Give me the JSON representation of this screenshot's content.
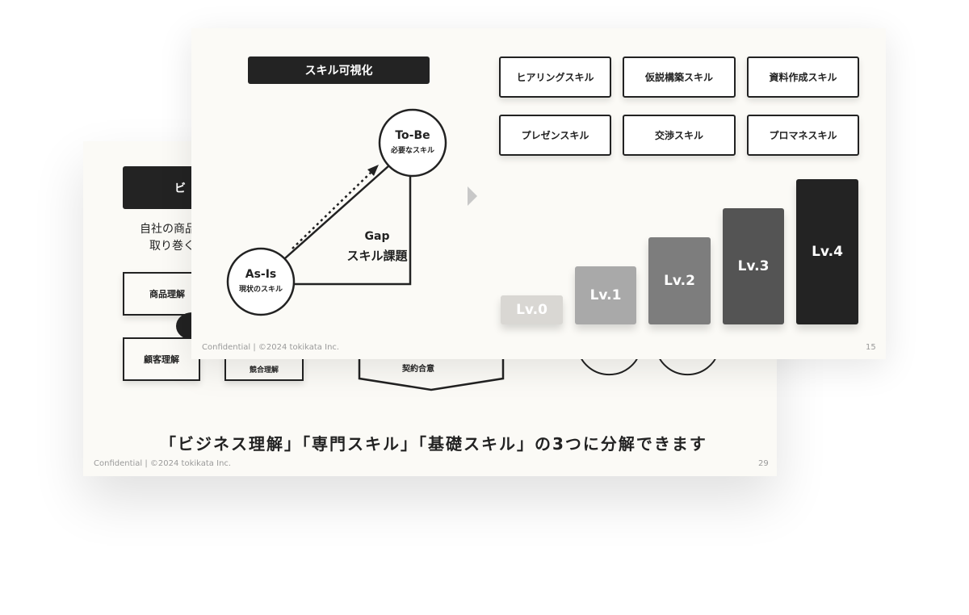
{
  "back_slide": {
    "title_fragment": "ビ",
    "desc_line1": "自社の商品",
    "desc_line2": "取り巻く",
    "boxes": [
      "商品理解",
      "顧客理解",
      "競合理解",
      "契約合意"
    ],
    "headline": "「ビジネス理解」「専門スキル」「基礎スキル」の3つに分解できます",
    "footer": "Confidential | ©2024 tokikata Inc.",
    "page": "29"
  },
  "front_slide": {
    "title": "スキル可視化",
    "to_be": {
      "label": "To-Be",
      "sub": "必要なスキル"
    },
    "as_is": {
      "label": "As-Is",
      "sub": "現状のスキル"
    },
    "gap": {
      "label": "Gap",
      "sub": "スキル課題"
    },
    "skills": [
      "ヒアリングスキル",
      "仮説構築スキル",
      "資料作成スキル",
      "プレゼンスキル",
      "交渉スキル",
      "プロマネスキル"
    ],
    "levels": [
      {
        "label": "Lv.0",
        "color": "#d9d7d3"
      },
      {
        "label": "Lv.1",
        "color": "#a9a9a9"
      },
      {
        "label": "Lv.2",
        "color": "#7d7d7d"
      },
      {
        "label": "Lv.3",
        "color": "#545454"
      },
      {
        "label": "Lv.4",
        "color": "#232323"
      }
    ],
    "footer": "Confidential | ©2024 tokikata Inc.",
    "page": "15"
  }
}
